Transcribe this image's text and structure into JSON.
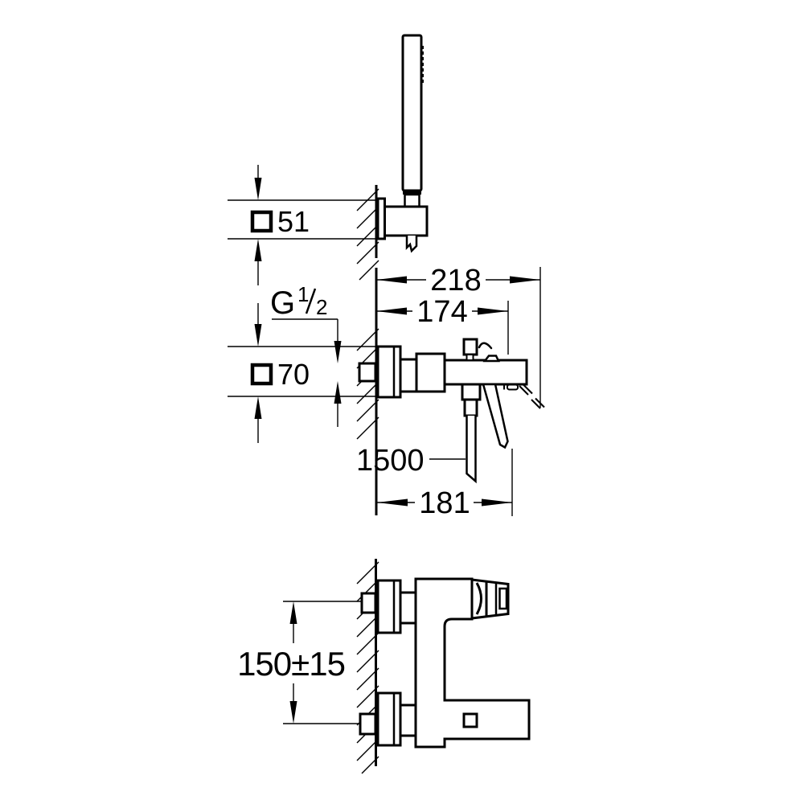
{
  "dimensions": {
    "holder_square_size": "51",
    "thread": {
      "prefix": "G",
      "numerator": "1",
      "denominator": "2"
    },
    "escutcheon_square_size": "70",
    "total_depth": "218",
    "handle_depth": "174",
    "hose_length": "1500",
    "spout_depth": "181",
    "connection_spacing": "150±15"
  }
}
